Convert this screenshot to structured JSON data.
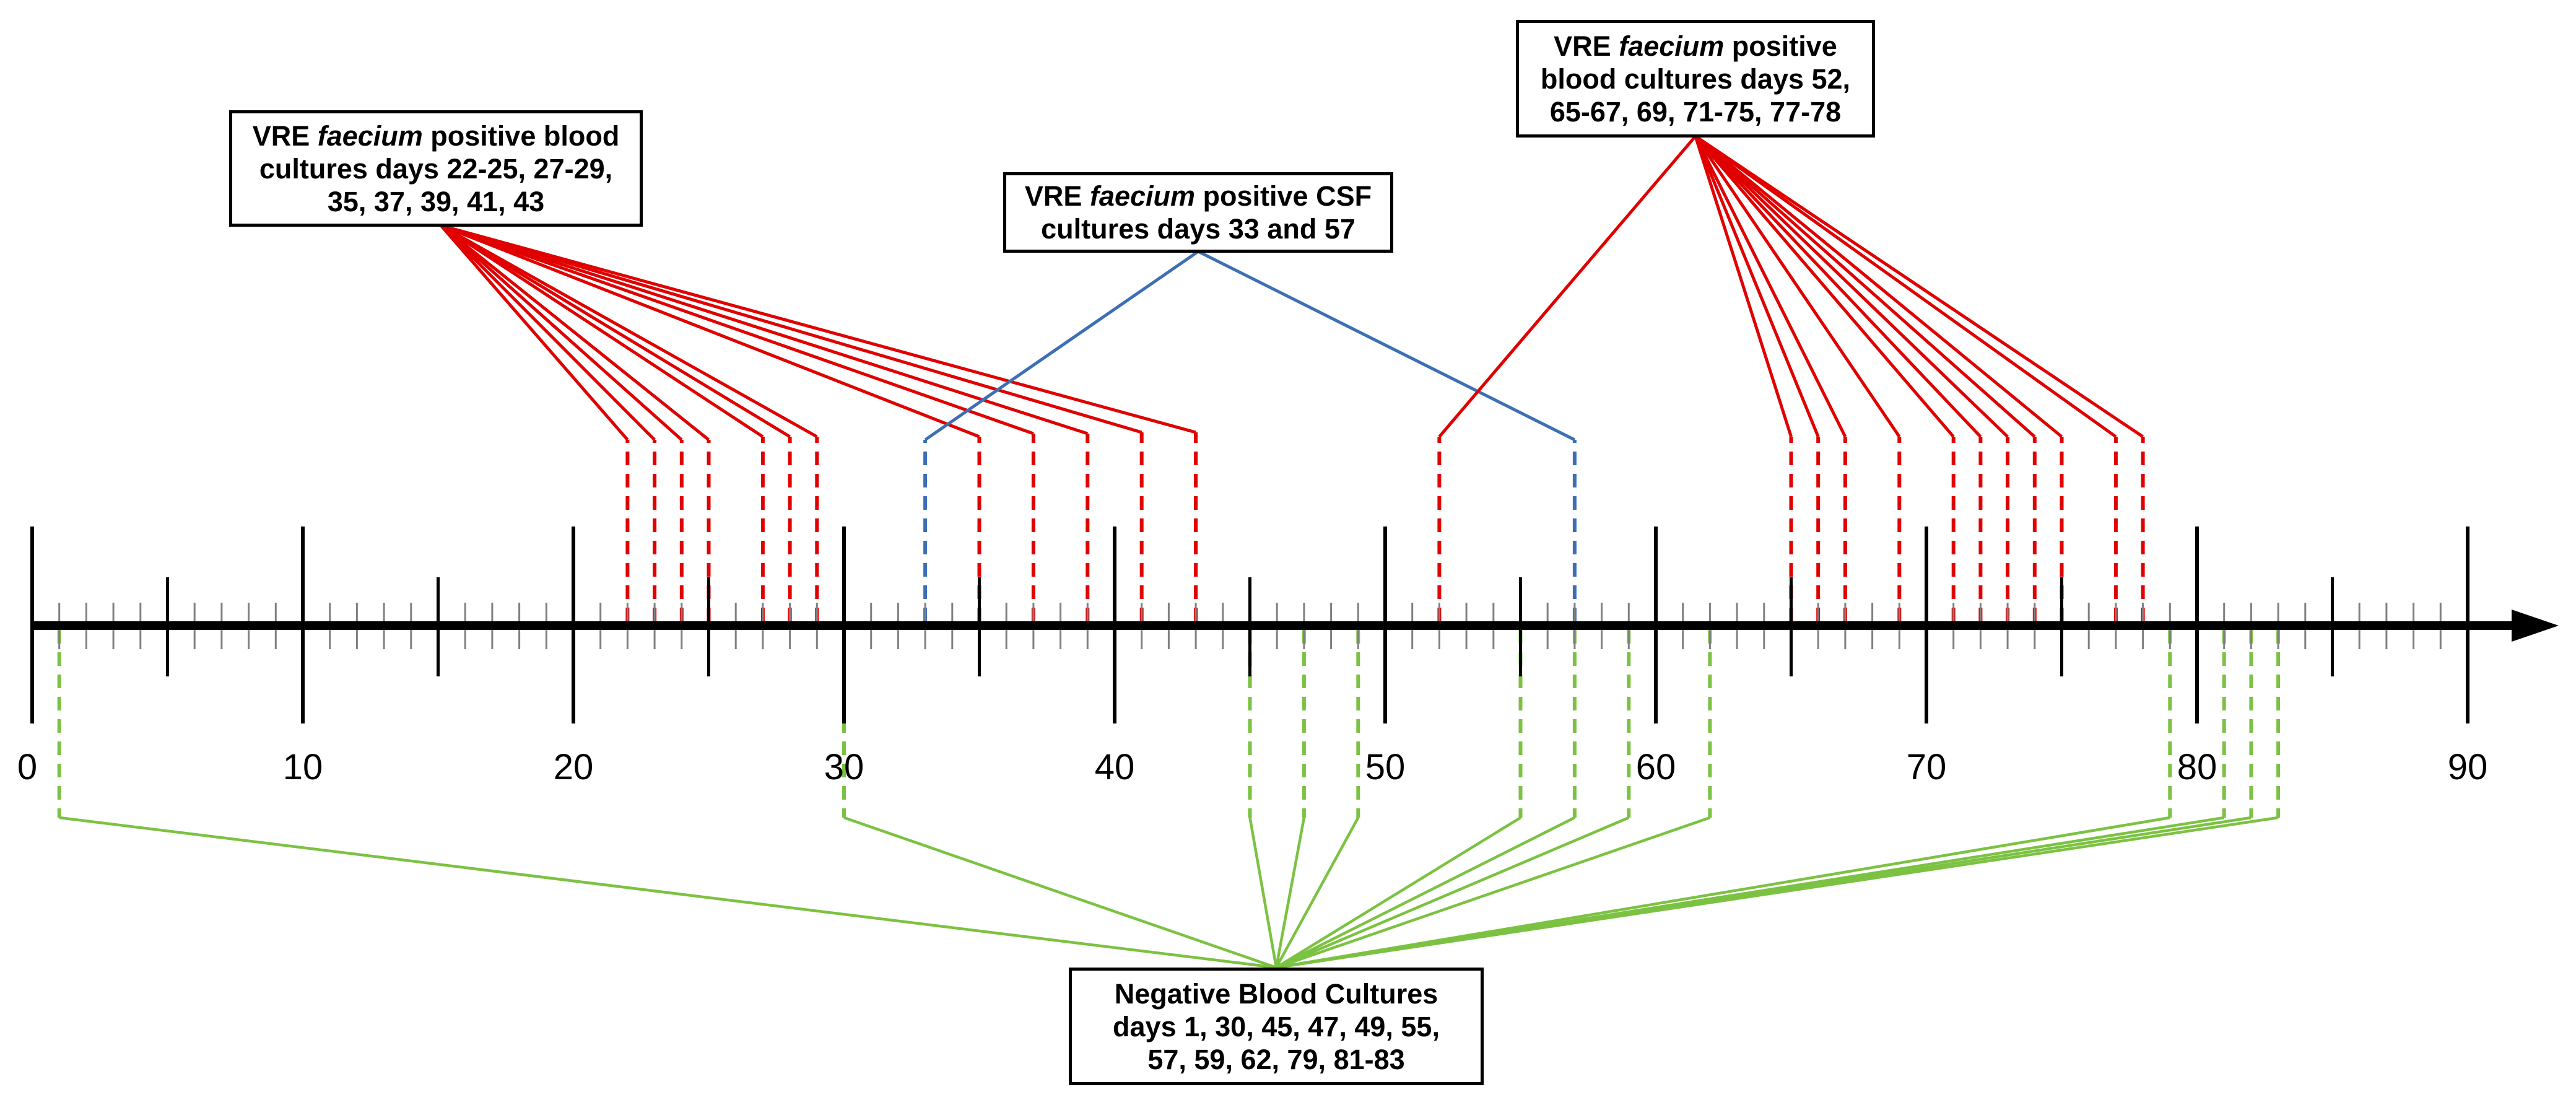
{
  "axis": {
    "min": 0,
    "max": 90,
    "labels": [
      "0",
      "10",
      "20",
      "30",
      "40",
      "50",
      "60",
      "70",
      "80",
      "90"
    ],
    "label_values": [
      0,
      10,
      20,
      30,
      40,
      50,
      60,
      70,
      80,
      90
    ]
  },
  "boxes": {
    "vre_blood_early": {
      "lines": [
        {
          "pre": "VRE ",
          "it": "faecium",
          "post": " positive blood"
        },
        {
          "pre": "cultures days 22-25, 27-29,",
          "it": "",
          "post": ""
        },
        {
          "pre": "35, 37, 39, 41, 43",
          "it": "",
          "post": ""
        }
      ]
    },
    "vre_csf": {
      "lines": [
        {
          "pre": "VRE ",
          "it": "faecium",
          "post": " positive CSF"
        },
        {
          "pre": "cultures days 33 and 57",
          "it": "",
          "post": ""
        }
      ]
    },
    "vre_blood_late": {
      "lines": [
        {
          "pre": "VRE ",
          "it": "faecium",
          "post": " positive"
        },
        {
          "pre": "blood cultures days 52,",
          "it": "",
          "post": ""
        },
        {
          "pre": "65-67, 69, 71-75, 77-78",
          "it": "",
          "post": ""
        }
      ]
    },
    "negative": {
      "lines": [
        {
          "pre": "Negative Blood Cultures",
          "it": "",
          "post": ""
        },
        {
          "pre": "days 1, 30, 45, 47, 49, 55,",
          "it": "",
          "post": ""
        },
        {
          "pre": "57, 59, 62, 79, 81-83",
          "it": "",
          "post": ""
        }
      ]
    }
  },
  "events": {
    "vre_blood_early_days": [
      22,
      23,
      24,
      25,
      27,
      28,
      29,
      35,
      37,
      39,
      41,
      43
    ],
    "vre_csf_days": [
      33,
      57
    ],
    "vre_blood_late_days": [
      52,
      65,
      66,
      67,
      69,
      71,
      72,
      73,
      74,
      75,
      77,
      78
    ],
    "negative_days": [
      1,
      30,
      45,
      47,
      49,
      55,
      57,
      59,
      62,
      79,
      81,
      82,
      83
    ]
  },
  "colors": {
    "positive_blood": "#e00000",
    "positive_csf": "#3d6fb5",
    "negative": "#7cc242",
    "axis": "#000000",
    "minor_tick": "#808080"
  }
}
